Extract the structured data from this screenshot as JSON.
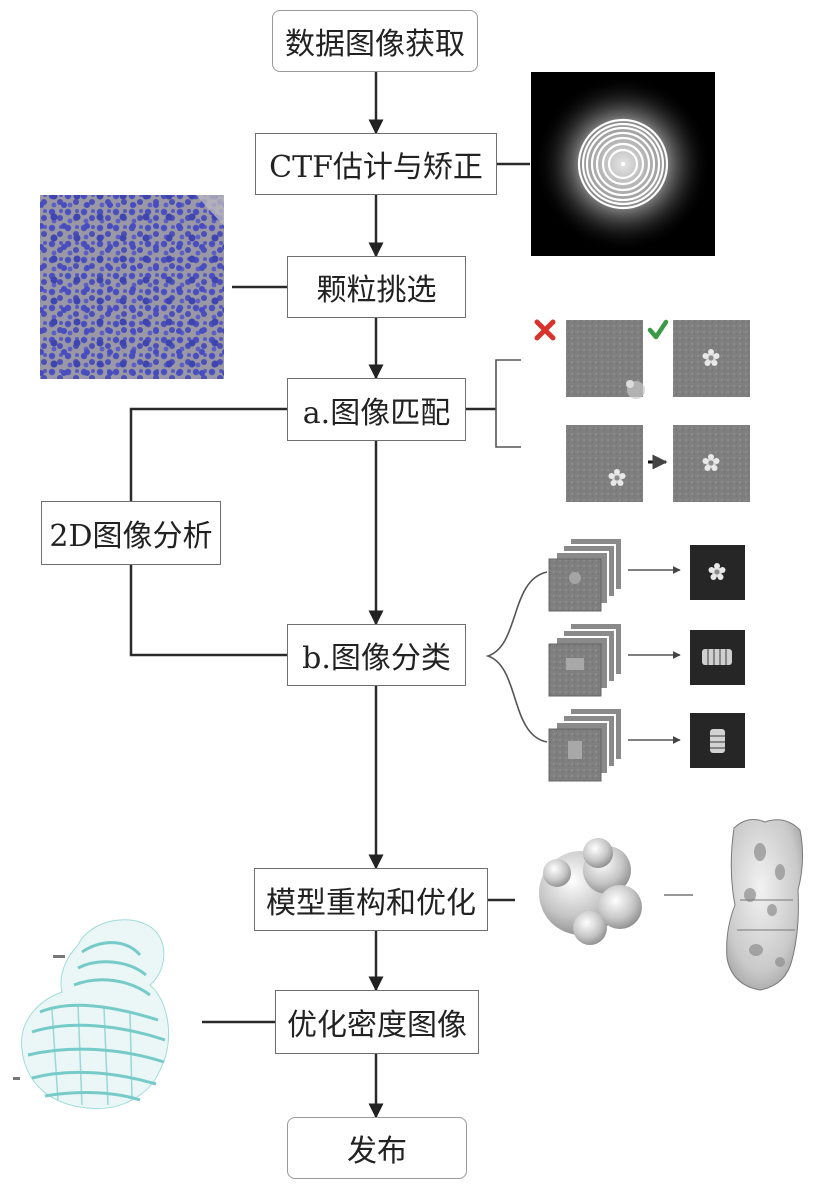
{
  "steps": {
    "acquire": "数据图像获取",
    "ctf": "CTF估计与矫正",
    "picking": "颗粒挑选",
    "matching": "a.图像匹配",
    "analysis2d": "2D图像分析",
    "classify": "b.图像分类",
    "reconstruct": "模型重构和优化",
    "refine": "优化密度图像",
    "publish": "发布"
  },
  "colors": {
    "line": "#2a2a2a",
    "reject_mark": "#d8322c",
    "accept_mark": "#3b9a48",
    "picking_dots": "#4a4fc0",
    "atomic_model": "#5fc3c0"
  },
  "icons": {
    "reject": "cross-icon",
    "accept": "checkmark-icon"
  }
}
